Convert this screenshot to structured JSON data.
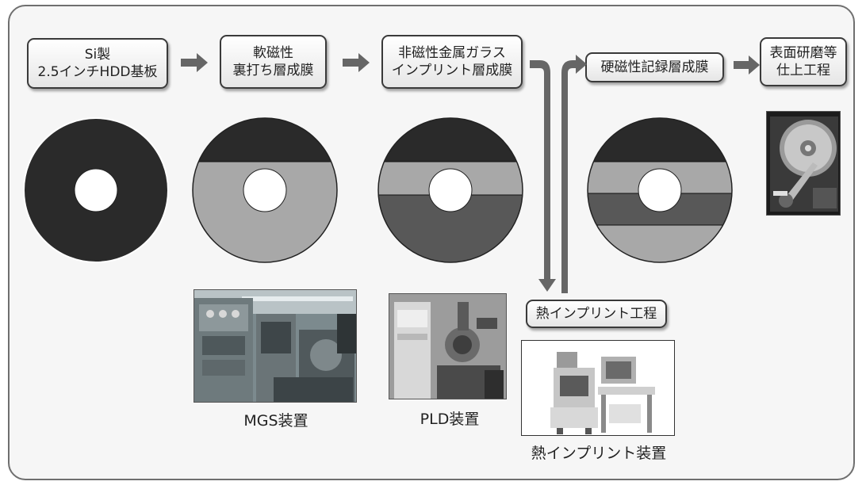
{
  "steps": [
    {
      "line1": "Si製",
      "line2": "2.5インチHDD基板"
    },
    {
      "line1": "軟磁性",
      "line2": "裏打ち層成膜"
    },
    {
      "line1": "非磁性金属ガラス",
      "line2": "インプリント層成膜"
    },
    {
      "line1": "硬磁性記録層成膜"
    },
    {
      "line1": "表面研磨等",
      "line2": "仕上工程"
    },
    {
      "line1": "熱インプリント工程"
    }
  ],
  "captions": {
    "mgs": "MGS装置",
    "pld": "PLD装置",
    "imprint": "熱インプリント装置"
  },
  "colors": {
    "substrate": "#2a2a2a",
    "soft_magnetic_layer": "#a8a8a8",
    "imprint_layer": "#585858",
    "recording_layer": "#2a2a2a",
    "arrow": "#666666",
    "frame_background": "#f6f6f6"
  }
}
